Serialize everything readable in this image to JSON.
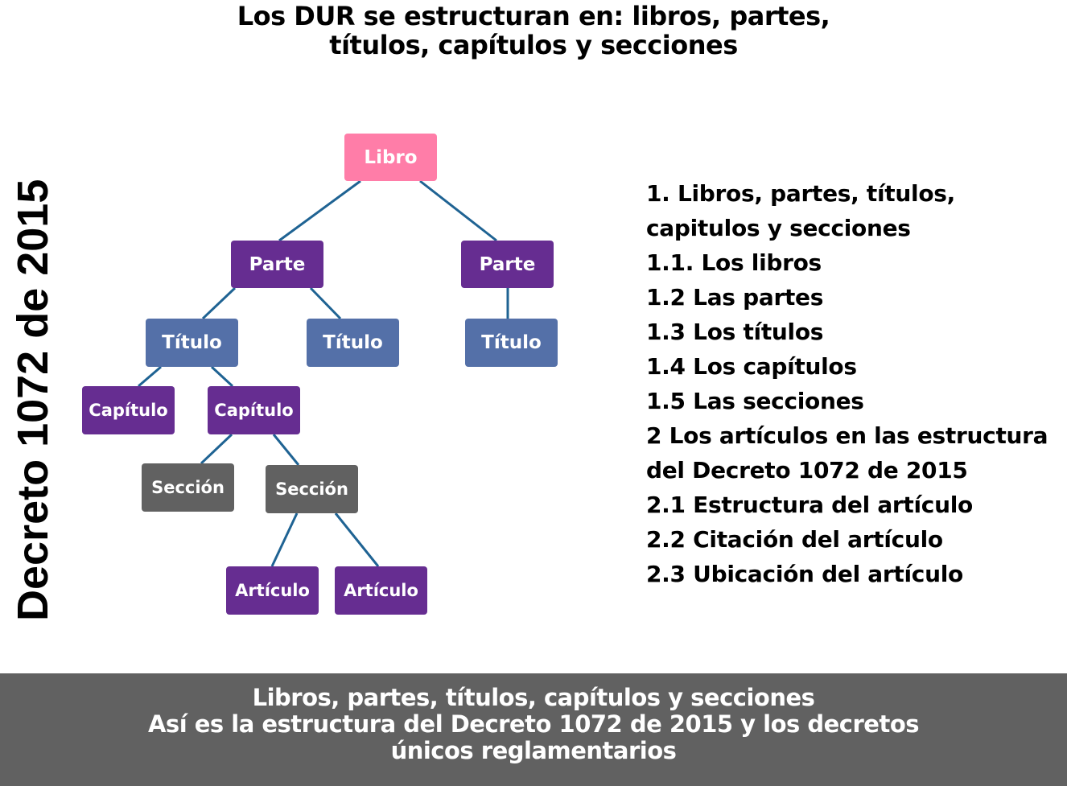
{
  "header": {
    "title_line1": "Los DUR se estructuran en: libros, partes,",
    "title_line2": "títulos, capítulos y secciones"
  },
  "side_title": "Decreto 1072 de 2015",
  "colors": {
    "libro": "#FF7DA8",
    "parte": "#662D91",
    "titulo": "#5470A8",
    "capitulo": "#662D91",
    "seccion": "#616161",
    "articulo": "#662D91",
    "edge": "#1F6393",
    "footer_bg": "#616161"
  },
  "diagram": {
    "nodes": [
      {
        "id": "libro",
        "label": "Libro"
      },
      {
        "id": "parte1",
        "label": "Parte"
      },
      {
        "id": "parte2",
        "label": "Parte"
      },
      {
        "id": "titulo1",
        "label": "Título"
      },
      {
        "id": "titulo2",
        "label": "Título"
      },
      {
        "id": "titulo3",
        "label": "Título"
      },
      {
        "id": "capitulo1",
        "label": "Capítulo"
      },
      {
        "id": "capitulo2",
        "label": "Capítulo"
      },
      {
        "id": "seccion1",
        "label": "Sección"
      },
      {
        "id": "seccion2",
        "label": "Sección"
      },
      {
        "id": "articulo1",
        "label": "Artículo"
      },
      {
        "id": "articulo2",
        "label": "Artículo"
      }
    ],
    "edges": [
      [
        "libro",
        "parte1"
      ],
      [
        "libro",
        "parte2"
      ],
      [
        "parte1",
        "titulo1"
      ],
      [
        "parte1",
        "titulo2"
      ],
      [
        "parte2",
        "titulo3"
      ],
      [
        "titulo1",
        "capitulo1"
      ],
      [
        "titulo1",
        "capitulo2"
      ],
      [
        "capitulo2",
        "seccion1"
      ],
      [
        "capitulo2",
        "seccion2"
      ],
      [
        "seccion2",
        "articulo1"
      ],
      [
        "seccion2",
        "articulo2"
      ]
    ]
  },
  "toc": {
    "items": [
      "1. Libros, partes, títulos,",
      "capitulos y secciones",
      "1.1. Los libros",
      "1.2 Las partes",
      "1.3 Los títulos",
      "1.4 Los capítulos",
      "1.5 Las secciones",
      "2 Los artículos en las estructura",
      "del Decreto 1072 de 2015",
      "2.1 Estructura del artículo",
      "2.2 Citación del artículo",
      "2.3 Ubicación del artículo"
    ]
  },
  "footer": {
    "line1": "Libros, partes, títulos, capítulos y secciones",
    "line2": "Así es la estructura del Decreto 1072 de 2015 y los decretos",
    "line3": "únicos reglamentarios"
  }
}
